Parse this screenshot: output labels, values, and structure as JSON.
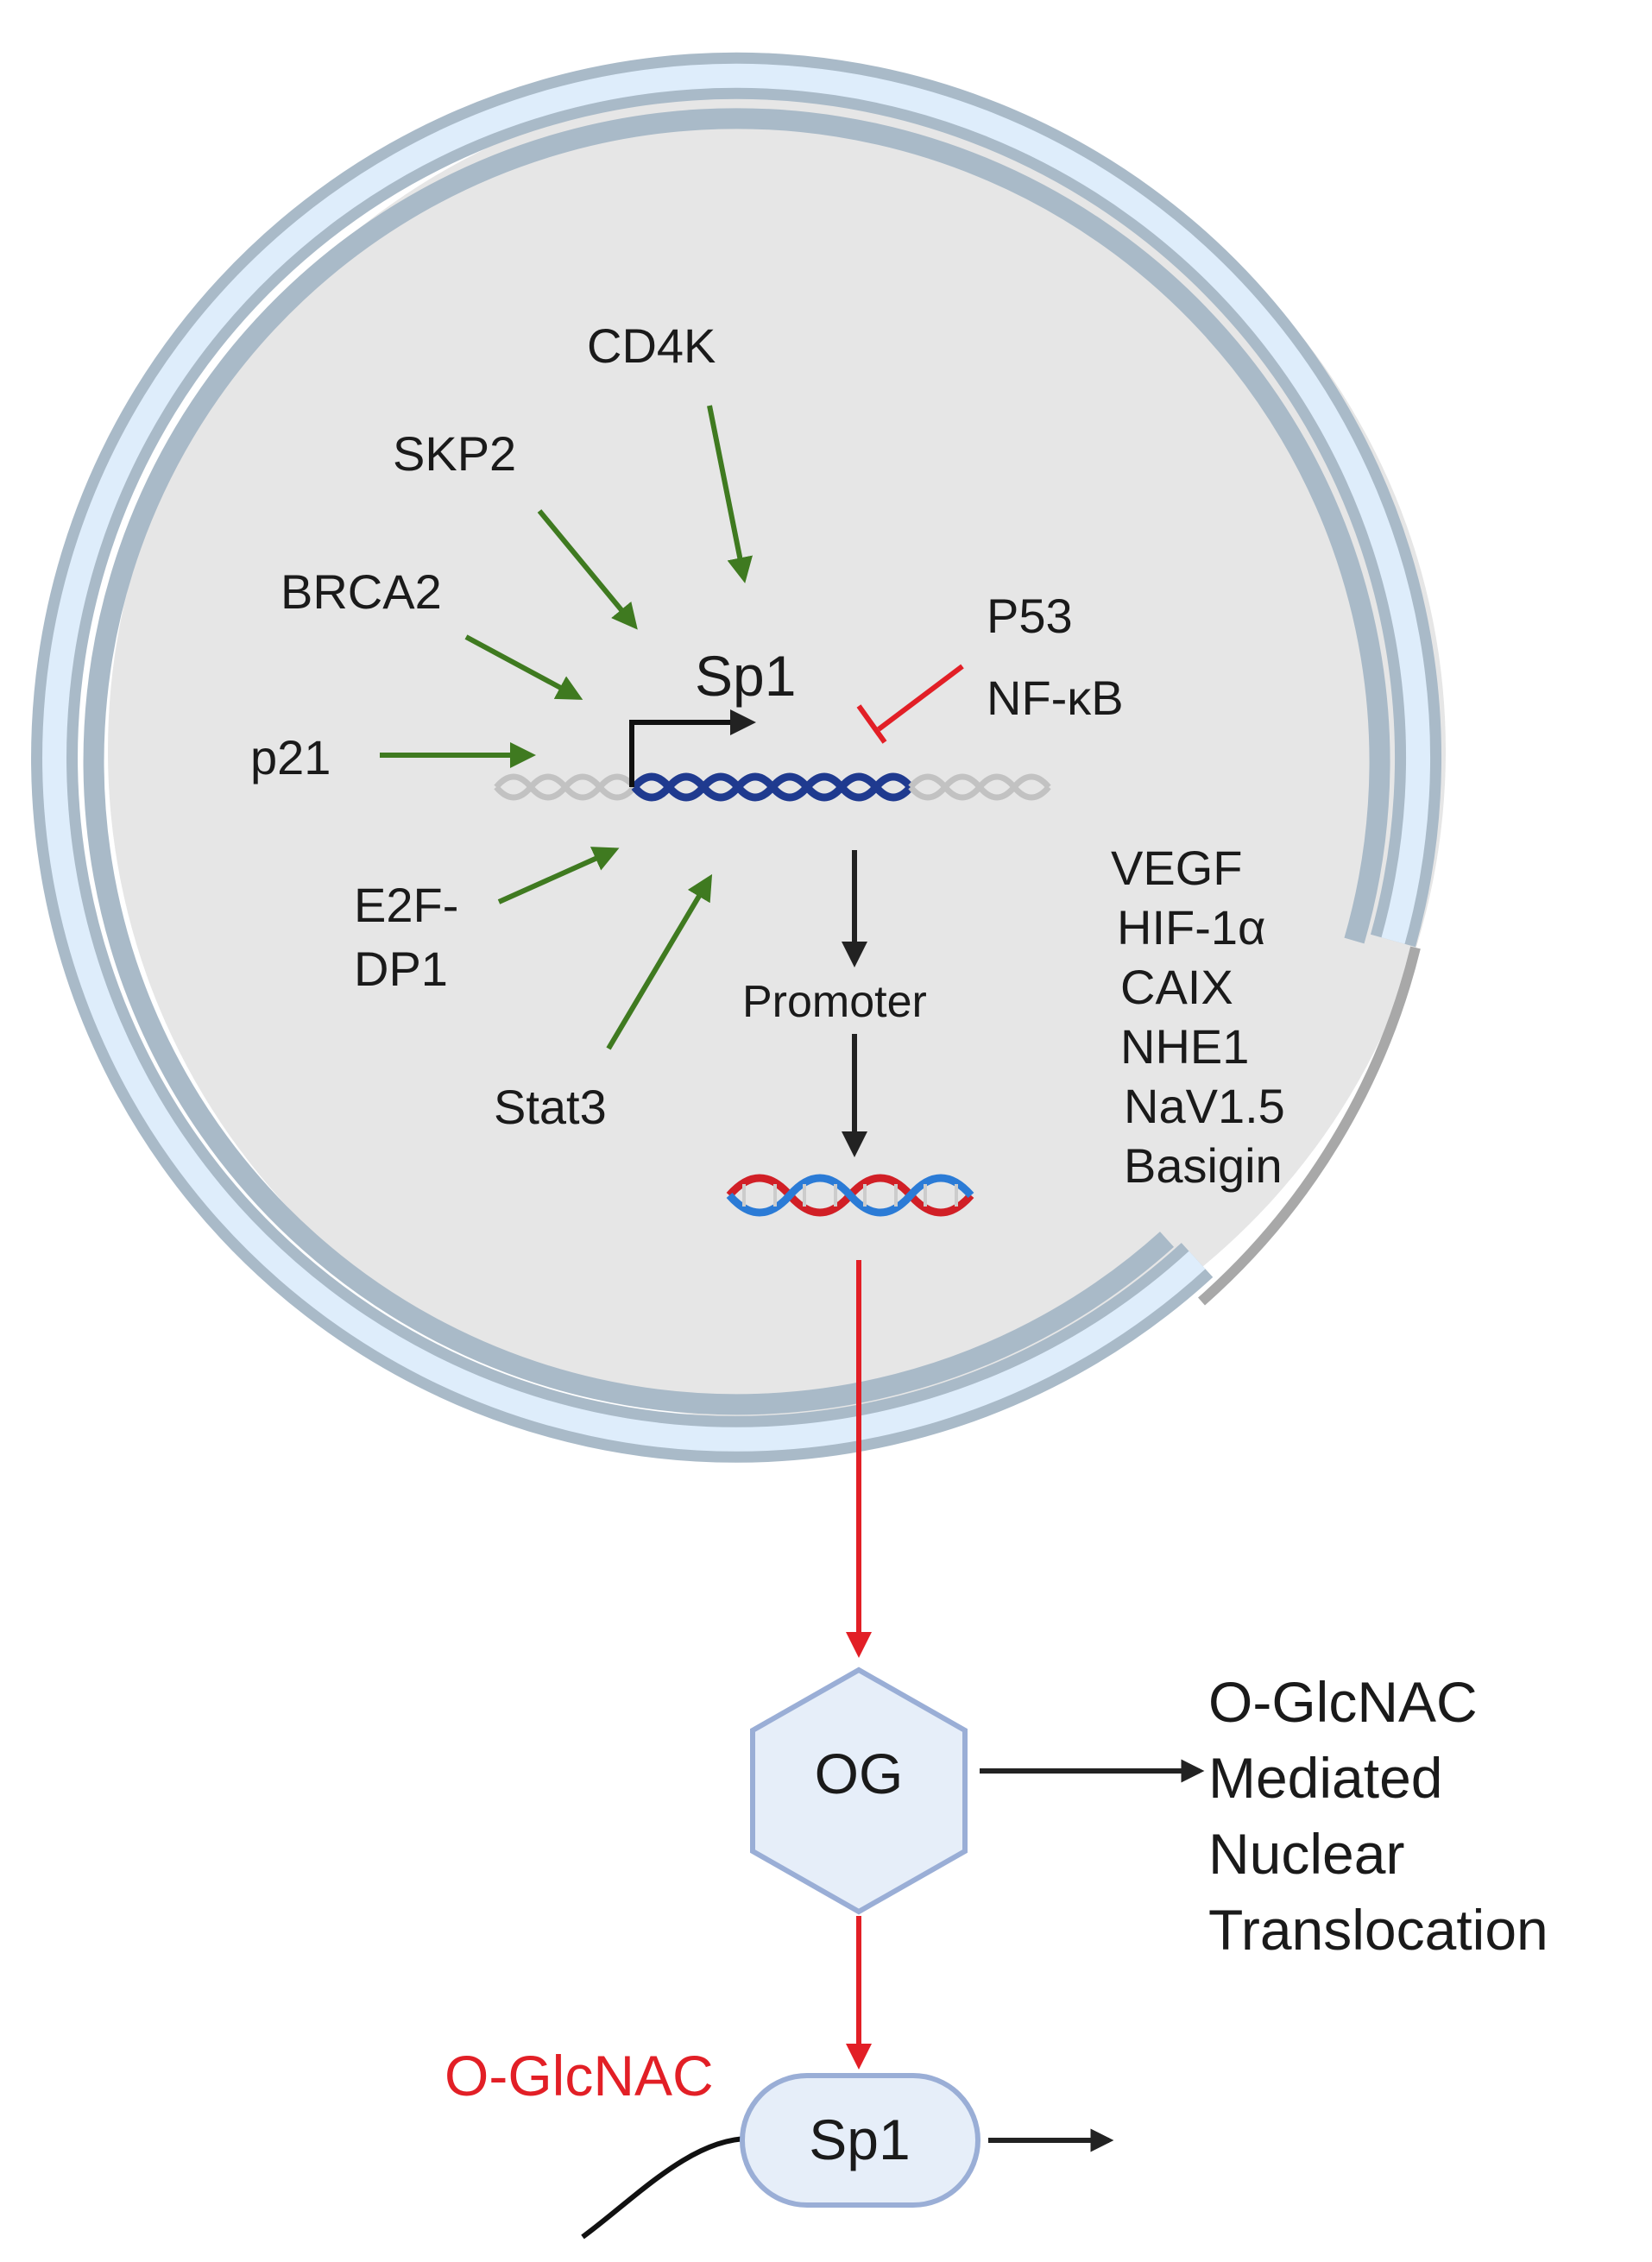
{
  "colors": {
    "nucleus_fill": "#e6e6e6",
    "envelope_outer": "#a9bac8",
    "envelope_inner": "#deedfb",
    "activator_arrow": "#3f7a20",
    "inhibitor": "#e21f26",
    "flow_arrow": "#222222",
    "red_flow": "#e21f26",
    "og_fill": "#e6eef9",
    "og_stroke": "#9aaed6",
    "sp1_fill": "#e6eef9",
    "dna_blue": "#1f3a8f",
    "dna_gray": "#c2c2c2"
  },
  "labels": {
    "cd4k": "CD4K",
    "skp2": "SKP2",
    "brca2": "BRCA2",
    "p21": "p21",
    "e2f_line1": "E2F-",
    "e2f_line2": "DP1",
    "stat3": "Stat3",
    "sp1_gene": "Sp1",
    "p53": "P53",
    "nfkb": "NF-κB",
    "promoter": "Promoter",
    "targets": [
      "VEGF",
      "HIF-1α",
      "CAIX",
      "NHE1",
      "NaV1.5",
      "Basigin"
    ],
    "og": "OG",
    "translocation": [
      "O-GlcNAC",
      "Mediated",
      "Nuclear",
      "Translocation"
    ],
    "oglcnac_tag": "O-GlcNAC",
    "sp1_protein": "Sp1"
  }
}
